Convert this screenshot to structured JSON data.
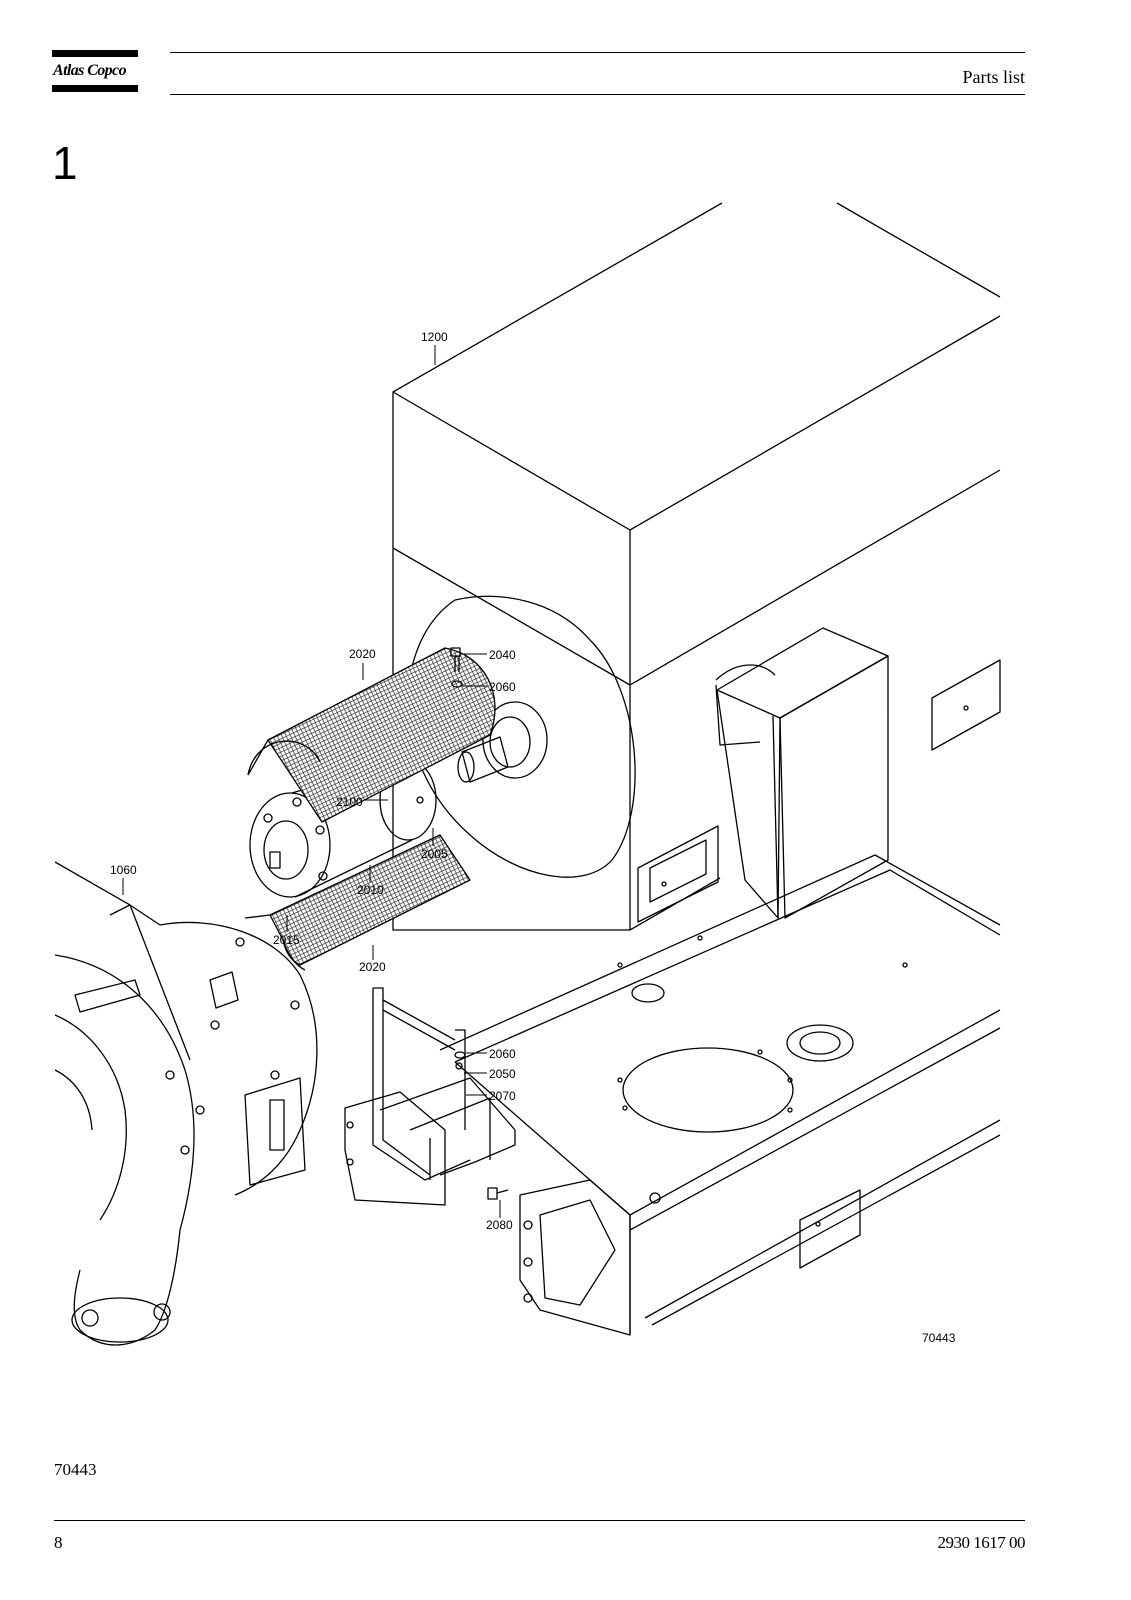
{
  "header": {
    "logo_text": "Atlas Copco",
    "title": "Parts list"
  },
  "section": {
    "number": "1"
  },
  "drawing": {
    "part_labels": {
      "p1200": "1200",
      "p2020a": "2020",
      "p2040": "2040",
      "p2060a": "2060",
      "p2100": "2100",
      "p2005": "2005",
      "p1060": "1060",
      "p2010": "2010",
      "p2015": "2015",
      "p2020b": "2020",
      "p2060b": "2060",
      "p2050": "2050",
      "p2070": "2070",
      "p2080": "2080"
    },
    "drawing_number": "70443"
  },
  "figure_reference": "70443",
  "footer": {
    "page_number": "8",
    "document_number": "2930 1617 00"
  },
  "colors": {
    "line": "#000000",
    "mesh": "#222222",
    "background": "#ffffff"
  }
}
